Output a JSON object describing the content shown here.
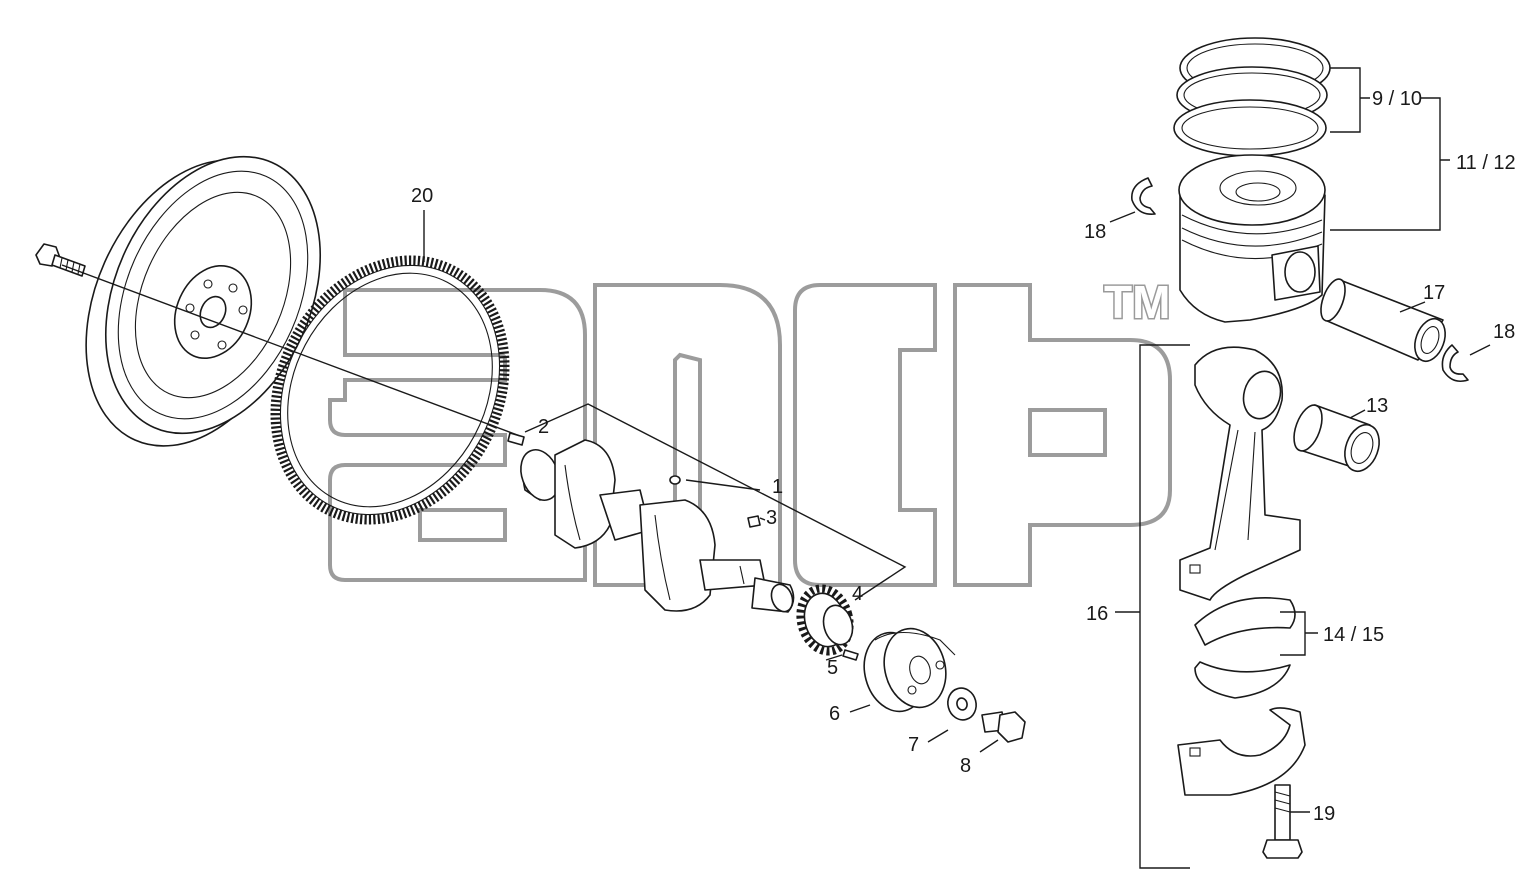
{
  "watermark": {
    "trademark": "TM"
  },
  "callouts": [
    {
      "id": "c1",
      "text": "1"
    },
    {
      "id": "c2",
      "text": "2"
    },
    {
      "id": "c3",
      "text": "3"
    },
    {
      "id": "c4",
      "text": "4"
    },
    {
      "id": "c5",
      "text": "5"
    },
    {
      "id": "c6",
      "text": "6"
    },
    {
      "id": "c7",
      "text": "7"
    },
    {
      "id": "c8",
      "text": "8"
    },
    {
      "id": "c9_10",
      "text": "9 / 10"
    },
    {
      "id": "c11_12",
      "text": "11 / 12"
    },
    {
      "id": "c13",
      "text": "13"
    },
    {
      "id": "c14_15",
      "text": "14 / 15"
    },
    {
      "id": "c16",
      "text": "16"
    },
    {
      "id": "c17",
      "text": "17"
    },
    {
      "id": "c18a",
      "text": "18"
    },
    {
      "id": "c18b",
      "text": "18"
    },
    {
      "id": "c19",
      "text": "19"
    },
    {
      "id": "c20",
      "text": "20"
    }
  ]
}
